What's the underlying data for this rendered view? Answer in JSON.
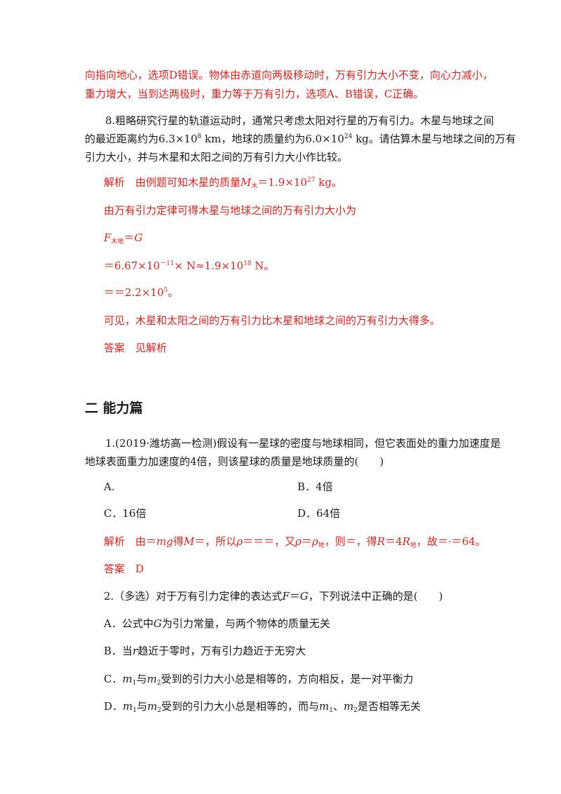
{
  "top": {
    "line1": "向指向地心，选项D错误。物体由赤道向两极移动时，万有引力大小不变，向心力减小，",
    "line2": "重力增大，当到达两极时，重力等于万有引力，选项A、B错误，C正确。"
  },
  "q8": {
    "line1": "8.粗略研究行星的轨道运动时，通常只考虑太阳对行星的万有引力。木星与地球之间",
    "line2_a": "的最近距离约为6.3×10",
    "line2_exp1": "8",
    "line2_b": " km，地球的质量约为6.0×10",
    "line2_exp2": "24",
    "line2_c": " kg。请估算木星与地球之间的万有",
    "line3": "引力大小，并与木星和太阳之间的万有引力大小作比较。"
  },
  "sol8": {
    "l1_a": "解析　由例题可知木星的质量",
    "l1_var": "M",
    "l1_sub": "木",
    "l1_b": "＝1.9×10",
    "l1_exp": "27",
    "l1_c": " kg。",
    "l2": "由万有引力定律可得木星与地球之间的万有引力大小为",
    "l3_F": "F",
    "l3_sub": "木地",
    "l3_b": "＝",
    "l3_G": "G",
    "l4_a": "＝6.67×10",
    "l4_exp1": "－11",
    "l4_b": "×  N≈1.9×10",
    "l4_exp2": "18",
    "l4_c": " N。",
    "l5_a": "＝＝2.2×10",
    "l5_exp": "5",
    "l5_b": "。",
    "l6": "可见，木星和太阳之间的万有引力比木星和地球之间的万有引力大得多。",
    "l7": "答案　见解析"
  },
  "section_heading": "二  能力篇",
  "q1": {
    "line1": "1.(2019·潍坊高一检测)假设有一星球的密度与地球相同，但它表面处的重力加速度是",
    "line2": "地球表面重力加速度的4倍，则该星球的质量是地球质量的(　　)",
    "optA": "A.",
    "optB": "B．4倍",
    "optC": "C．16倍",
    "optD": "D．64倍",
    "ans_a": "解析　由＝",
    "ans_mg": "mg",
    "ans_b": "得",
    "ans_M": "M",
    "ans_c": "＝，所以",
    "ans_rho1": "ρ",
    "ans_d": "＝＝＝，又",
    "ans_rho2": "ρ",
    "ans_e": "＝",
    "ans_rho3": "ρ",
    "ans_sub1": "地",
    "ans_f": "，则＝，得",
    "ans_R": "R",
    "ans_g": "＝4",
    "ans_R2": "R",
    "ans_sub2": "地",
    "ans_h": "，故＝·＝64。",
    "answer": "答案　D"
  },
  "q2": {
    "line1_a": "2.（多选）对于万有引力定律的表达式",
    "line1_F": "F",
    "line1_b": "＝",
    "line1_G": "G",
    "line1_c": "，下列说法中正确的是(　　)",
    "A_a": "A．公式中",
    "A_G": "G",
    "A_b": "为引力常量，与两个物体的质量无关",
    "B_a": "B．当",
    "B_r": "r",
    "B_b": "趋近于零时，万有引力趋近于无穷大",
    "C_a": "C．",
    "C_m1": "m",
    "C_s1": "1",
    "C_b": "与",
    "C_m2": "m",
    "C_s2": "2",
    "C_c": "受到的引力大小总是相等的，方向相反，是一对平衡力",
    "D_a": "D．",
    "D_m1": "m",
    "D_s1": "1",
    "D_b": "与",
    "D_m2": "m",
    "D_s2": "2",
    "D_c": "受到的引力大小总是相等的，而与",
    "D_m3": "m",
    "D_s3": "1",
    "D_d": "、",
    "D_m4": "m",
    "D_s4": "2",
    "D_e": "是否相等无关"
  }
}
